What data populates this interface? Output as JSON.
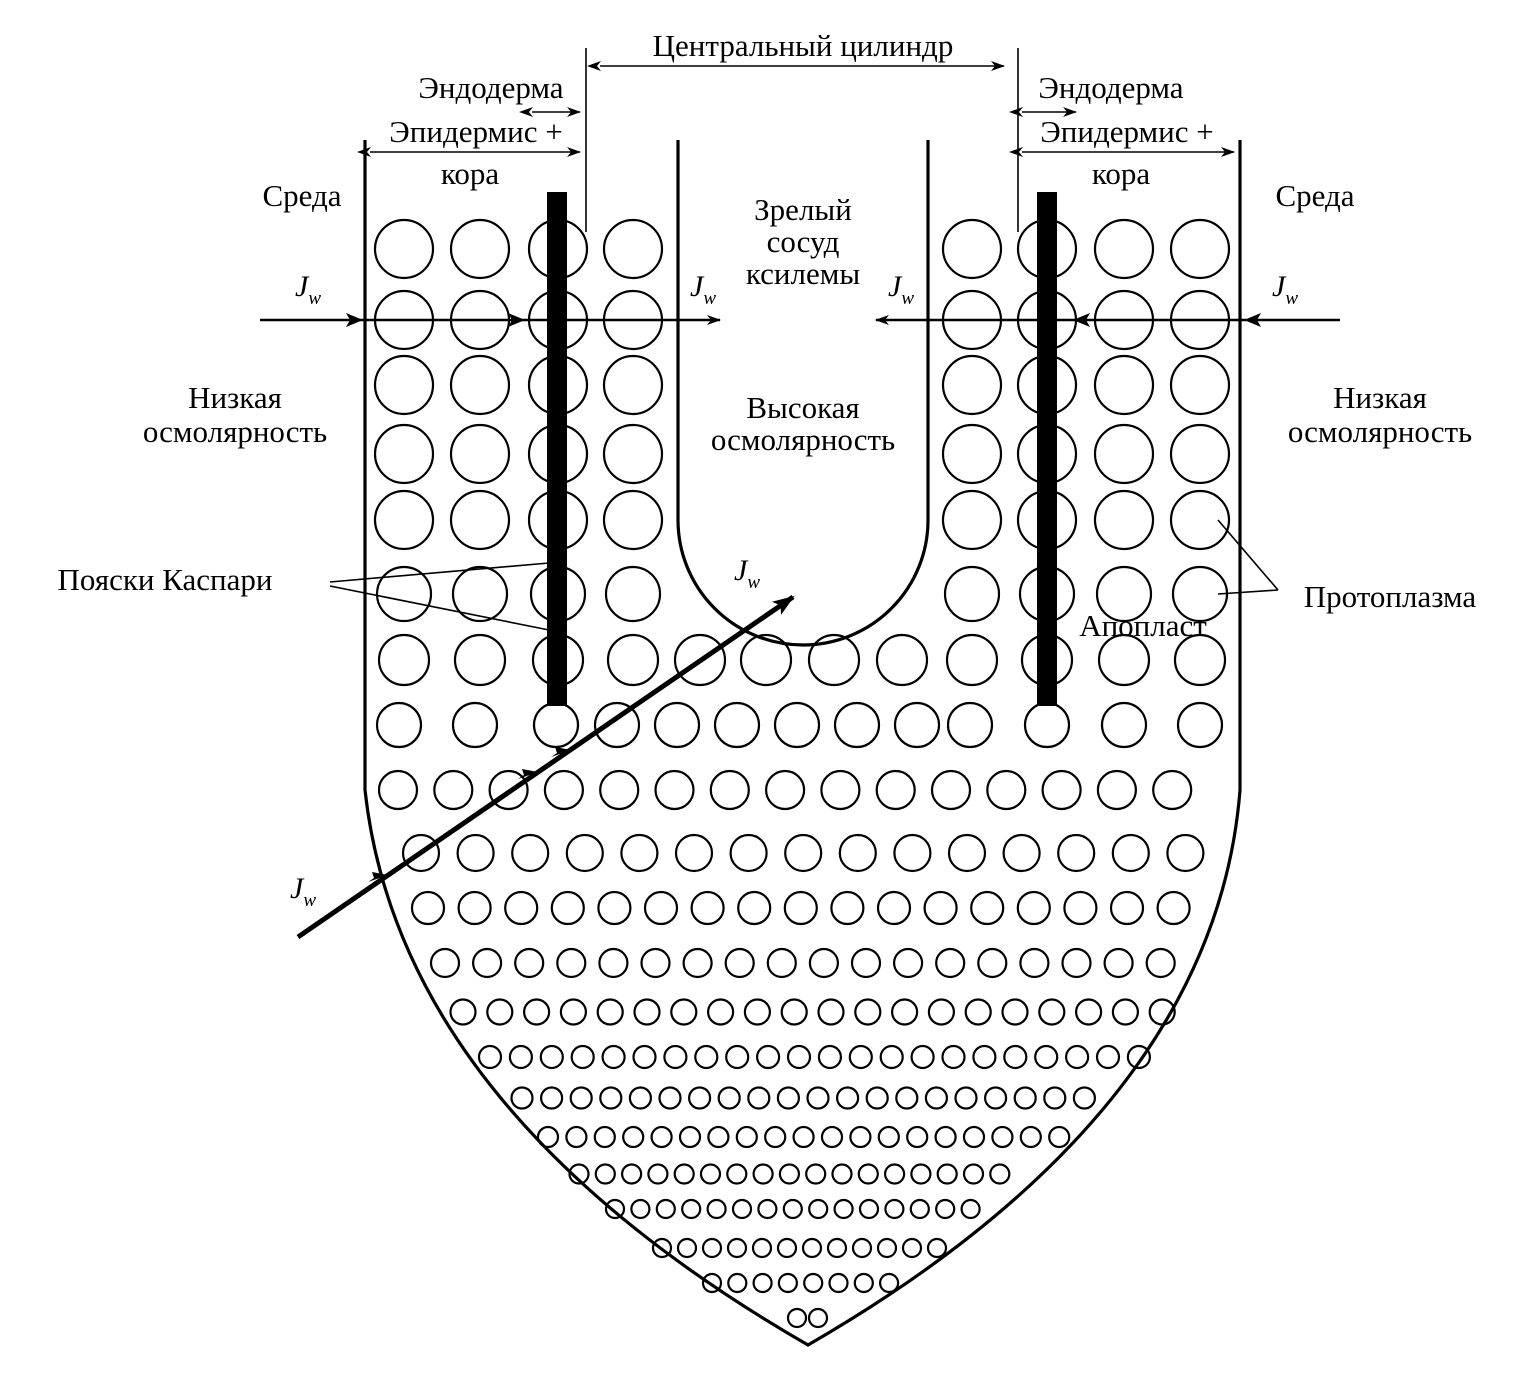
{
  "labels": {
    "central_cylinder": "Центральный цилиндр",
    "endoderm_left": "Эндодерма",
    "endoderm_right": "Эндодерма",
    "epidermis_left_line1": "Эпидермис +",
    "epidermis_left_line2": "кора",
    "epidermis_right_line1": "Эпидермис +",
    "epidermis_right_line2": "кора",
    "medium_left": "Среда",
    "medium_right": "Среда",
    "xylem_line1": "Зрелый",
    "xylem_line2": "сосуд",
    "xylem_line3": "ксилемы",
    "low_osm_left_line1": "Низкая",
    "low_osm_left_line2": "осмолярность",
    "low_osm_right_line1": "Низкая",
    "low_osm_right_line2": "осмолярность",
    "high_osm_line1": "Высокая",
    "high_osm_line2": "осмолярность",
    "casparian": "Пояски Каспари",
    "protoplasm": "Протоплазма",
    "apoplast": "Апопласт"
  },
  "flux": {
    "symbol": "J",
    "subscript": "w"
  }
}
